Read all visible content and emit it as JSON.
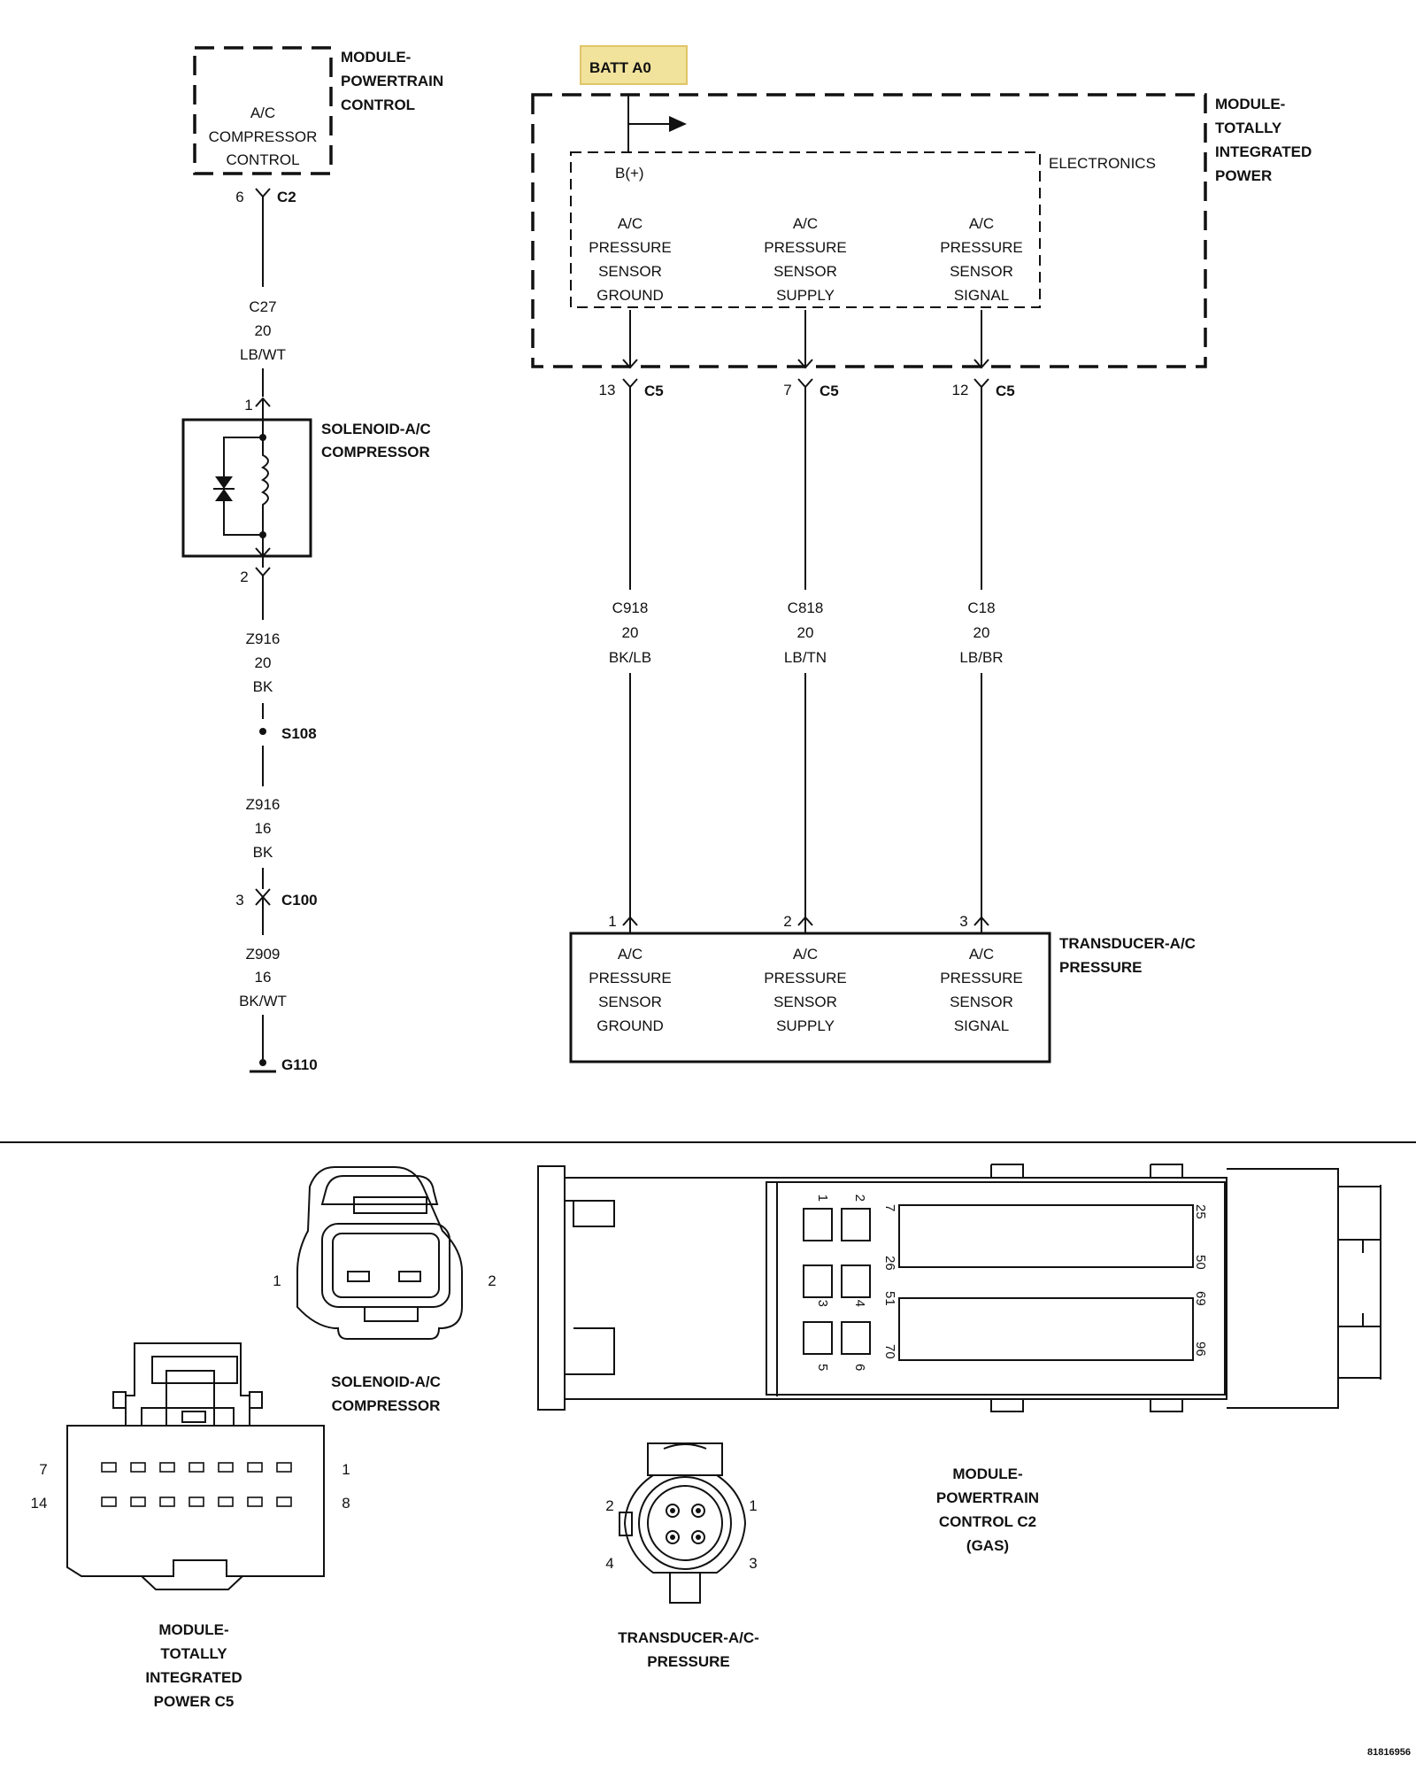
{
  "pcm_module": {
    "title": [
      "MODULE-",
      "POWERTRAIN",
      "CONTROL"
    ],
    "function": [
      "A/C",
      "COMPRESSOR",
      "CONTROL"
    ],
    "pin": "6",
    "connector": "C2"
  },
  "wire_c27": [
    "C27",
    "20",
    "LB/WT"
  ],
  "solenoid": {
    "title": [
      "SOLENOID-A/C",
      "COMPRESSOR"
    ],
    "pin_top": "1",
    "pin_bottom": "2"
  },
  "wire_z916_a": [
    "Z916",
    "20",
    "BK"
  ],
  "splice": "S108",
  "wire_z916_b": [
    "Z916",
    "16",
    "BK"
  ],
  "inline_connector": {
    "pin": "3",
    "name": "C100"
  },
  "wire_z909": [
    "Z909",
    "16",
    "BK/WT"
  ],
  "ground": "G110",
  "batt": "BATT A0",
  "tipm": {
    "title": [
      "MODULE-",
      "TOTALLY",
      "INTEGRATED",
      "POWER"
    ],
    "electronics": "ELECTRONICS",
    "bplus": "B(+)",
    "circuits": [
      [
        "A/C",
        "PRESSURE",
        "SENSOR",
        "GROUND"
      ],
      [
        "A/C",
        "PRESSURE",
        "SENSOR",
        "SUPPLY"
      ],
      [
        "A/C",
        "PRESSURE",
        "SENSOR",
        "SIGNAL"
      ]
    ],
    "pins": [
      "13",
      "7",
      "12"
    ],
    "connector": "C5"
  },
  "wires_right": [
    [
      "C918",
      "20",
      "BK/LB"
    ],
    [
      "C818",
      "20",
      "LB/TN"
    ],
    [
      "C18",
      "20",
      "LB/BR"
    ]
  ],
  "transducer": {
    "title": [
      "TRANSDUCER-A/C",
      "PRESSURE"
    ],
    "pins": [
      "1",
      "2",
      "3"
    ],
    "circuits": [
      [
        "A/C",
        "PRESSURE",
        "SENSOR",
        "GROUND"
      ],
      [
        "A/C",
        "PRESSURE",
        "SENSOR",
        "SUPPLY"
      ],
      [
        "A/C",
        "PRESSURE",
        "SENSOR",
        "SIGNAL"
      ]
    ]
  },
  "views": {
    "solenoid": {
      "caption": [
        "SOLENOID-A/C",
        "COMPRESSOR"
      ],
      "pins": [
        "1",
        "2"
      ]
    },
    "tipm_c5": {
      "caption": [
        "MODULE-",
        "TOTALLY",
        "INTEGRATED",
        "POWER C5"
      ],
      "pins": [
        "7",
        "1",
        "14",
        "8"
      ]
    },
    "transducer": {
      "caption": [
        "TRANSDUCER-A/C-",
        "PRESSURE"
      ],
      "pins": [
        "2",
        "1",
        "4",
        "3"
      ]
    },
    "pcm_c2": {
      "caption": [
        "MODULE-",
        "POWERTRAIN",
        "CONTROL C2",
        "(GAS)"
      ],
      "pins": [
        "1",
        "2",
        "7",
        "26",
        "3",
        "4",
        "51",
        "5",
        "6",
        "70",
        "25",
        "50",
        "69",
        "96"
      ]
    }
  },
  "figure_id": "81816956",
  "colors": {
    "batt_highlight": "#f1e29c"
  }
}
